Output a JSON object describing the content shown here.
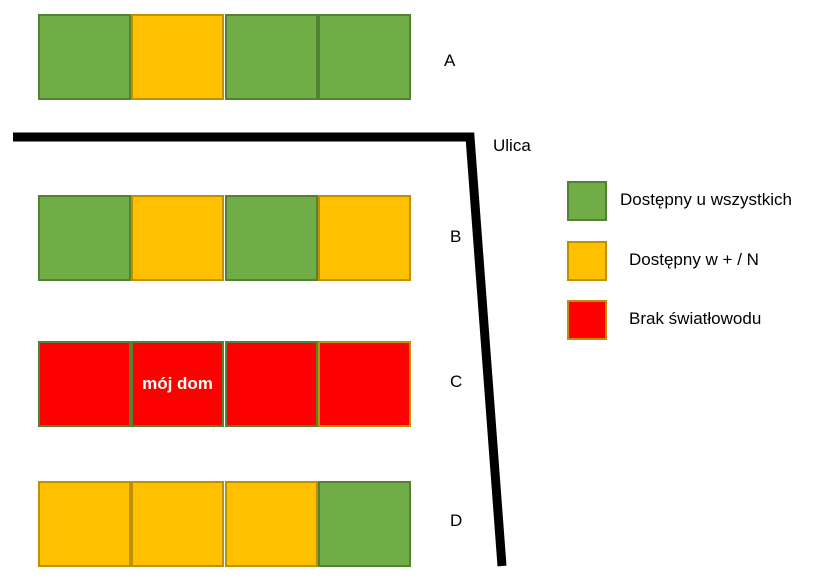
{
  "colors": {
    "green": "#70AD47",
    "yellow": "#FFC000",
    "red": "#FF0000",
    "street": "#000000"
  },
  "street": {
    "label": "Ulica"
  },
  "rows": [
    {
      "label": "A",
      "cells": [
        "green",
        "yellow",
        "green",
        "green"
      ]
    },
    {
      "label": "B",
      "cells": [
        "green",
        "yellow",
        "green",
        "yellow"
      ]
    },
    {
      "label": "C",
      "cells": [
        "red",
        "red",
        "red",
        "red"
      ],
      "highlight": {
        "index": 1,
        "text": "mój dom"
      }
    },
    {
      "label": "D",
      "cells": [
        "yellow",
        "yellow",
        "yellow",
        "green"
      ]
    }
  ],
  "legend": [
    {
      "color": "green",
      "text": "Dostępny u wszystkich"
    },
    {
      "color": "yellow",
      "text": "Dostępny w + / N"
    },
    {
      "color": "red",
      "text": "Brak światłowodu"
    }
  ]
}
